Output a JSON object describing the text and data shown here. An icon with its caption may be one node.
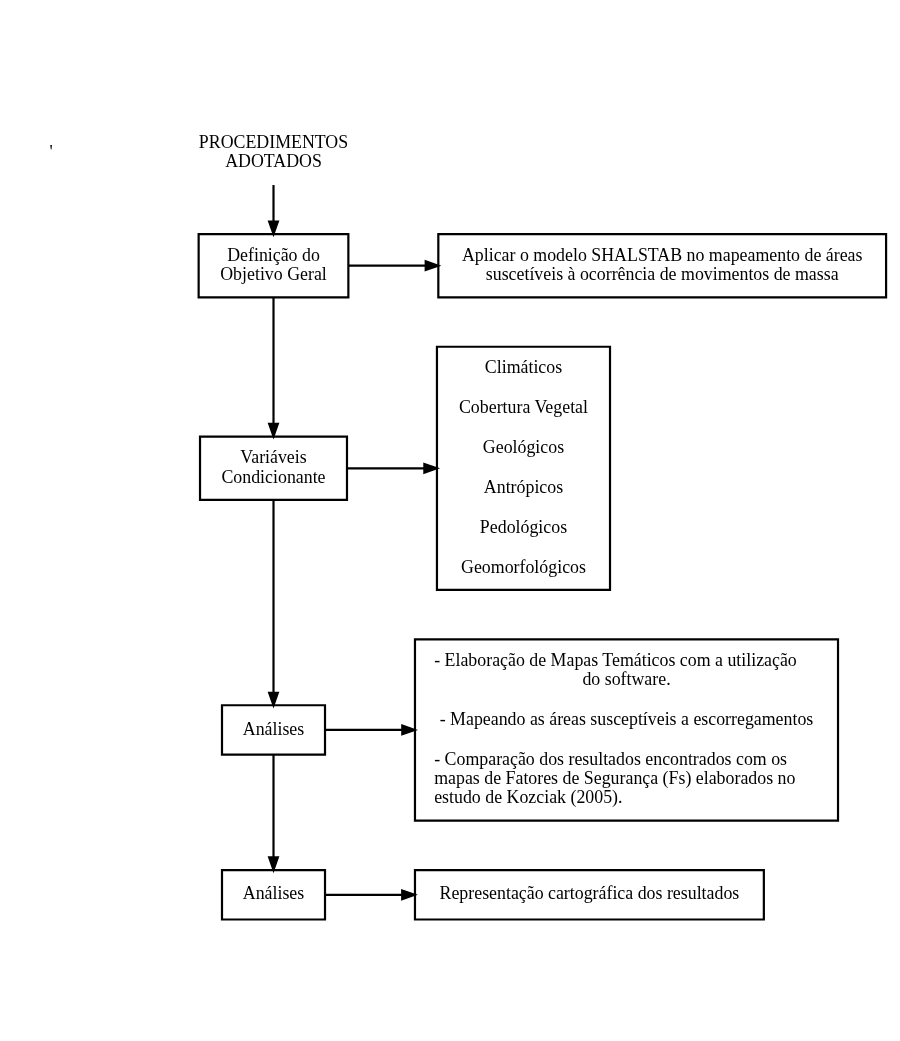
{
  "diagram": {
    "nodes": [
      {
        "text": [
          "PROCEDIMENTOS ADOTADOS"
        ]
      },
      {
        "text": [
          "Definição do Objetivo Geral"
        ]
      },
      {
        "text": [
          "Aplicar o modelo SHALSTAB no mapeamento de áreas suscetíveis à ocorrência de movimentos de massa"
        ]
      },
      {
        "text": [
          "Variáveis Condicionante"
        ]
      },
      {
        "text": [
          "Climáticos",
          "Cobertura Vegetal",
          "Geológicos",
          "Antrópicos",
          "Pedológicos",
          "Geomorfológicos"
        ]
      },
      {
        "text": [
          "Análises"
        ]
      },
      {
        "text": [
          "- Elaboração de Mapas Temáticos com a utilização do software.",
          "- Mapeando as áreas susceptíveis a escorregamentos",
          "- Comparação dos resultados encontrados com os mapas de Fatores de Segurança (Fs) elaborados no estudo de Kozciak (2005)."
        ]
      },
      {
        "text": [
          "Análises"
        ]
      },
      {
        "text": [
          "Representação cartográfica dos resultados"
        ]
      }
    ],
    "edges": [
      {
        "from": 0,
        "to": 1,
        "arrow": "to"
      },
      {
        "from": 1,
        "to": 2,
        "arrow": "to"
      },
      {
        "from": 1,
        "to": 3,
        "arrow": "to"
      },
      {
        "from": 3,
        "to": 4,
        "arrow": "to"
      },
      {
        "from": 3,
        "to": 5,
        "arrow": "to"
      },
      {
        "from": 5,
        "to": 6,
        "arrow": "to"
      },
      {
        "from": 5,
        "to": 7,
        "arrow": "to"
      },
      {
        "from": 7,
        "to": 8,
        "arrow": "to"
      }
    ],
    "labels": [
      "'"
    ]
  }
}
